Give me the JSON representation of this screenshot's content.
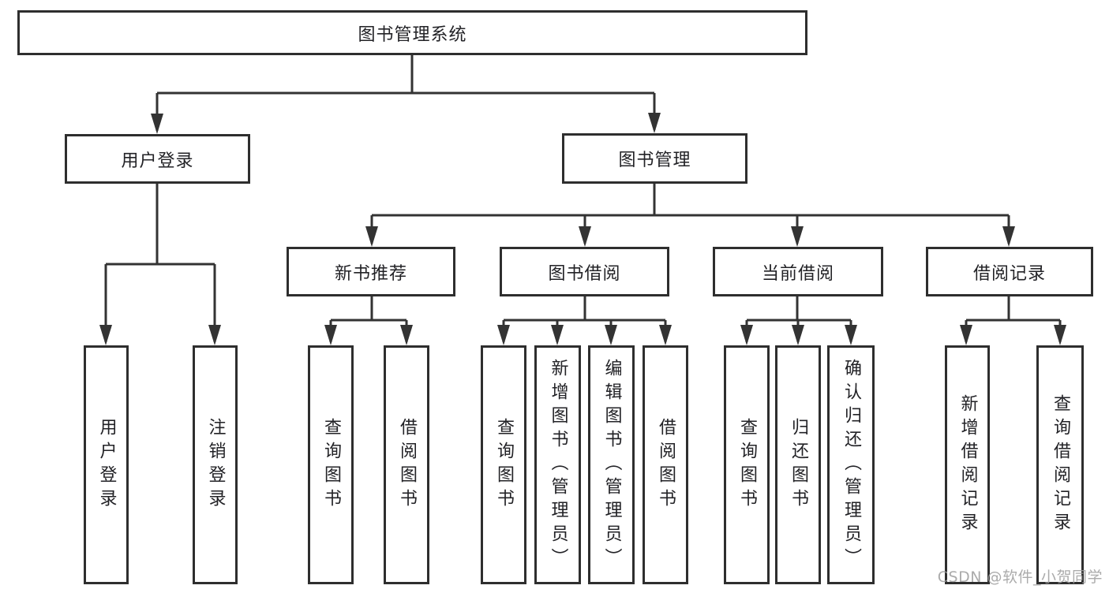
{
  "tree": {
    "label": "图书管理系统",
    "children": [
      {
        "label": "用户登录",
        "children": [
          {
            "label": "用户登录"
          },
          {
            "label": "注销登录"
          }
        ]
      },
      {
        "label": "图书管理",
        "children": [
          {
            "label": "新书推荐",
            "children": [
              {
                "label": "查询图书"
              },
              {
                "label": "借阅图书"
              }
            ]
          },
          {
            "label": "图书借阅",
            "children": [
              {
                "label": "查询图书"
              },
              {
                "label": "新增图书（管理员）"
              },
              {
                "label": "编辑图书（管理员）"
              },
              {
                "label": "借阅图书"
              }
            ]
          },
          {
            "label": "当前借阅",
            "children": [
              {
                "label": "查询图书"
              },
              {
                "label": "归还图书"
              },
              {
                "label": "确认归还（管理员）"
              }
            ]
          },
          {
            "label": "借阅记录",
            "children": [
              {
                "label": "新增借阅记录"
              },
              {
                "label": "查询借阅记录"
              }
            ]
          }
        ]
      }
    ]
  },
  "watermark": {
    "text": "CSDN @软件_小贺同学"
  },
  "colors": {
    "line": "#333333",
    "box_border": "#2e2e2e",
    "text": "#222226",
    "watermark": "#9d9d9d",
    "background": "#ffffff"
  }
}
